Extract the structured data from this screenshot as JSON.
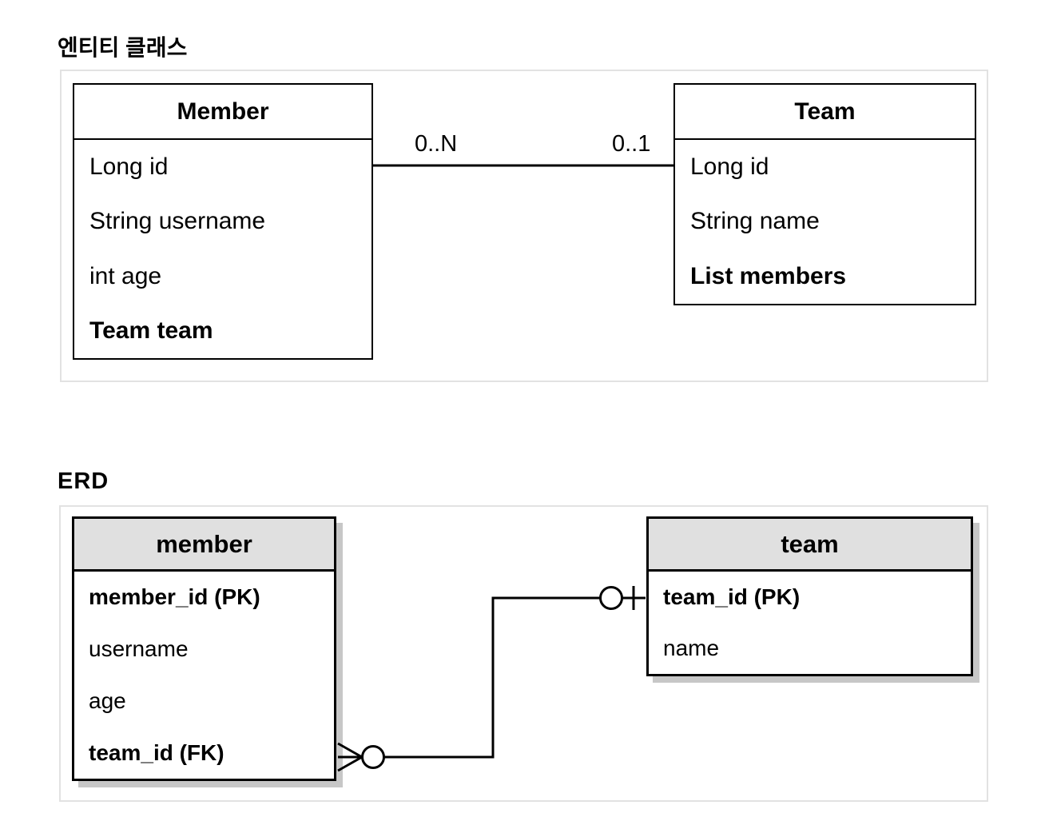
{
  "colors": {
    "background": "#ffffff",
    "container_border": "#e2e2e2",
    "box_border": "#000000",
    "erd_header_bg": "#e0e0e0",
    "erd_shadow": "#c7c7c7",
    "text": "#000000"
  },
  "class_section": {
    "title": "엔티티 클래스",
    "member_box": {
      "title": "Member",
      "attributes": [
        {
          "text": "Long id",
          "bold": false
        },
        {
          "text": "String username",
          "bold": false
        },
        {
          "text": "int age",
          "bold": false
        },
        {
          "text": "Team team",
          "bold": true
        }
      ]
    },
    "team_box": {
      "title": "Team",
      "attributes": [
        {
          "text": "Long id",
          "bold": false
        },
        {
          "text": "String name",
          "bold": false
        },
        {
          "text": "List members",
          "bold": true
        }
      ]
    },
    "relationship": {
      "member_multiplicity": "0..N",
      "team_multiplicity": "0..1"
    }
  },
  "erd_section": {
    "title": "ERD",
    "member_table": {
      "title": "member",
      "columns": [
        {
          "text": "member_id (PK)",
          "bold": true
        },
        {
          "text": "username",
          "bold": false
        },
        {
          "text": "age",
          "bold": false
        },
        {
          "text": "team_id (FK)",
          "bold": true
        }
      ]
    },
    "team_table": {
      "title": "team",
      "columns": [
        {
          "text": "team_id (PK)",
          "bold": true
        },
        {
          "text": "name",
          "bold": false
        }
      ]
    },
    "relationship": {
      "member_end": "zero-or-many",
      "team_end": "zero-or-one"
    }
  }
}
